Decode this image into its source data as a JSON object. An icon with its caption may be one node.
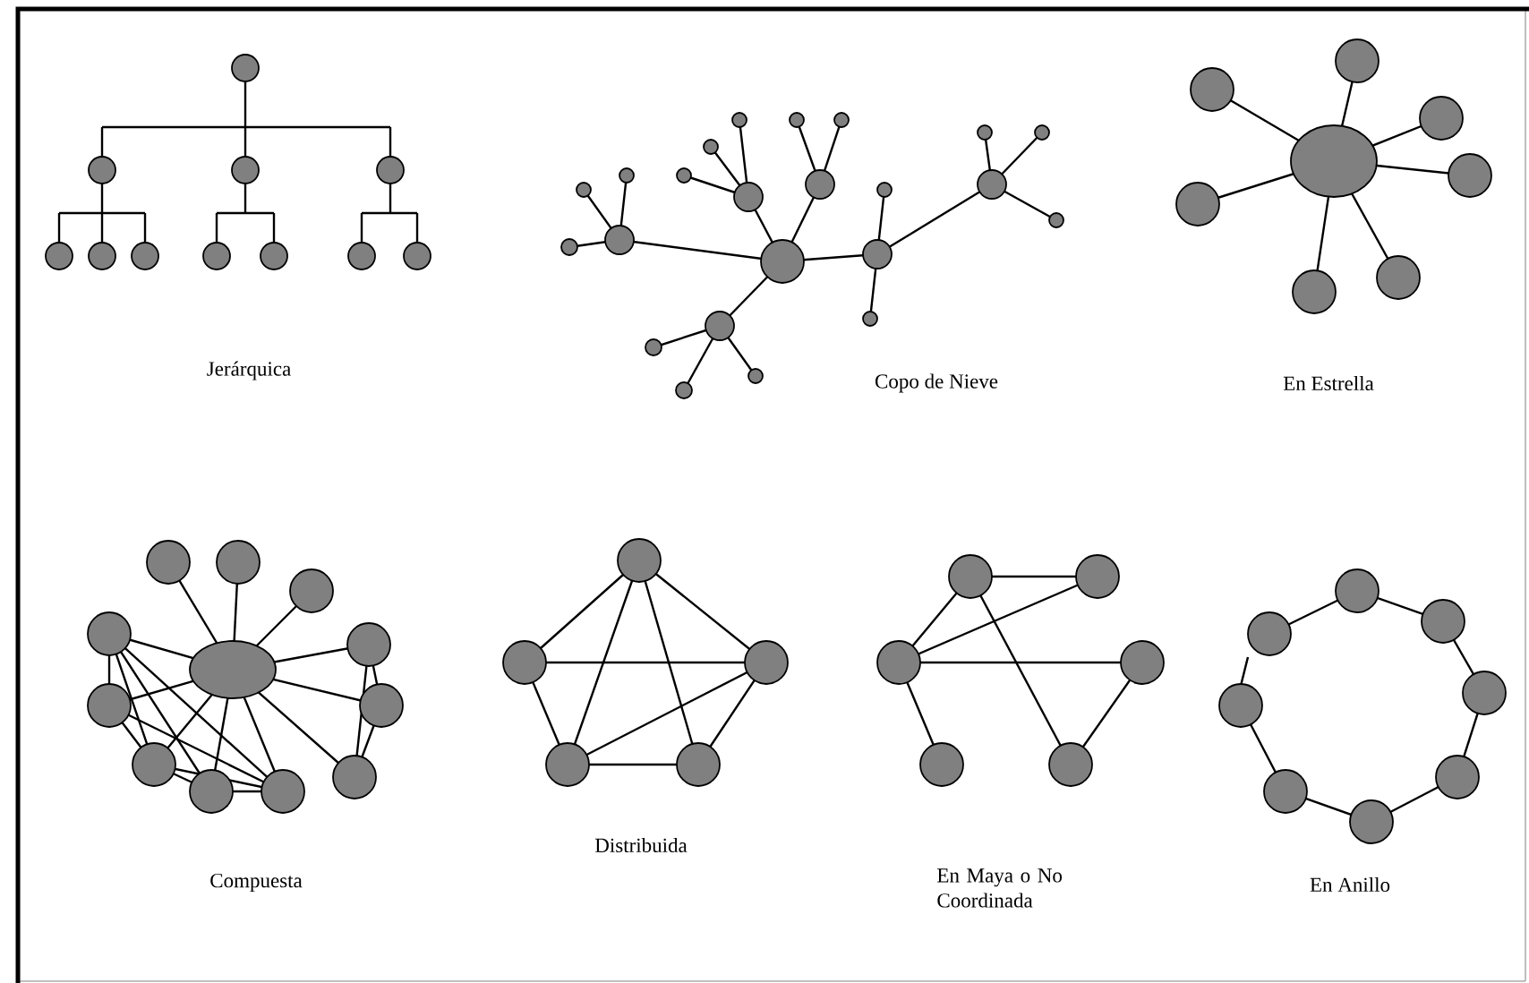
{
  "diagram": {
    "labels": [
      "Jerárquica",
      "Copo de Nieve",
      "En Estrella",
      "Compuesta",
      "Distribuida",
      "En Maya o No Coordinada",
      "En Anillo"
    ]
  }
}
